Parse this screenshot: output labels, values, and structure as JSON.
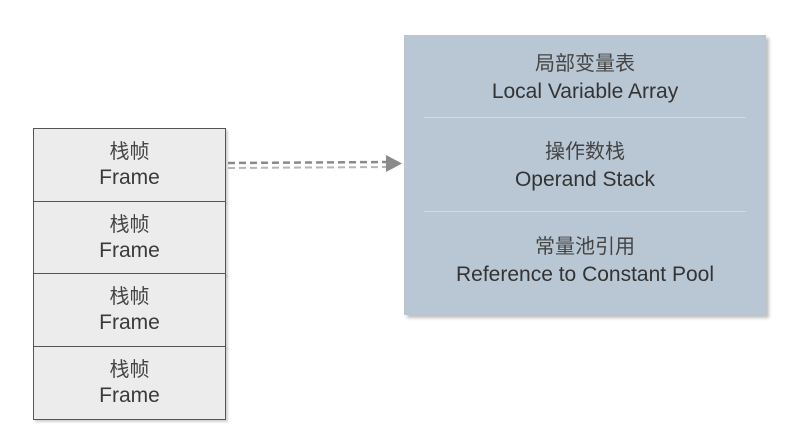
{
  "stack": {
    "frames": [
      {
        "cn": "栈帧",
        "en": "Frame"
      },
      {
        "cn": "栈帧",
        "en": "Frame"
      },
      {
        "cn": "栈帧",
        "en": "Frame"
      },
      {
        "cn": "栈帧",
        "en": "Frame"
      }
    ]
  },
  "detail": {
    "sections": [
      {
        "cn": "局部变量表",
        "en": "Local Variable Array"
      },
      {
        "cn": "操作数栈",
        "en": "Operand Stack"
      },
      {
        "cn": "常量池引用",
        "en": "Reference to Constant Pool"
      }
    ]
  },
  "colors": {
    "frame_fill": "#ececec",
    "frame_border": "#555555",
    "detail_fill": "#b9c7d4",
    "arrow": "#888888"
  }
}
